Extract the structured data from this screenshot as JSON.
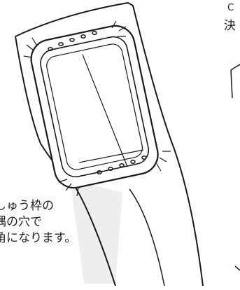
{
  "diagram": {
    "top_right_letter": "C",
    "top_right_char": "決",
    "note_lines": [
      "しゅう枠の",
      "隅の穴で",
      "角になります。"
    ]
  },
  "colors": {
    "ink": "#1a1a1a",
    "paper": "#ffffff",
    "shade": "#d9d9d9"
  }
}
